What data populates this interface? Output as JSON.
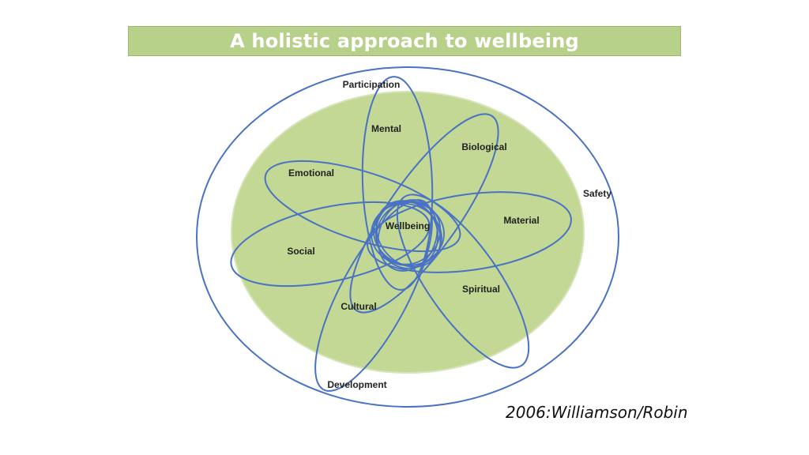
{
  "title": "A holistic approach to wellbeing",
  "outer_ring_labels": {
    "top": "Participation",
    "right": "Safety",
    "bottom": "Development"
  },
  "center_label": "Wellbeing",
  "petal_labels": {
    "mental": "Mental",
    "biological": "Biological",
    "emotional": "Emotional",
    "material": "Material",
    "social": "Social",
    "spiritual": "Spiritual",
    "cultural": "Cultural"
  },
  "citation": "2006:Williamson/Robin",
  "colors": {
    "banner": "#b7d08a",
    "disc": "#c2d894",
    "stroke": "#4a72c4",
    "text": "#222222"
  }
}
